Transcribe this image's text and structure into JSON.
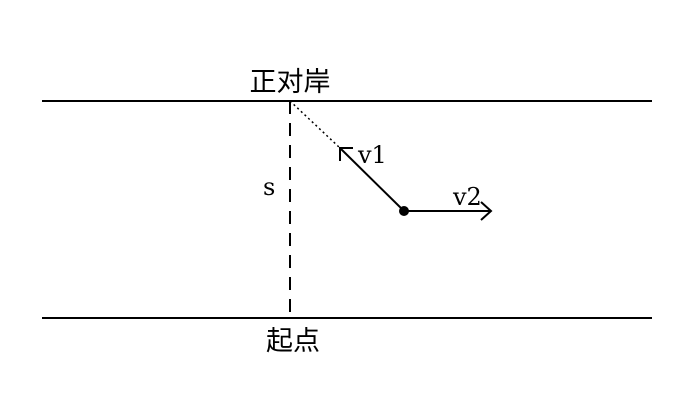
{
  "labels": {
    "opposite_bank": "正对岸",
    "start_point": "起点",
    "distance": "s",
    "velocity_1": "v1",
    "velocity_2": "v2"
  },
  "colors": {
    "stroke": "#000000",
    "background": "#ffffff"
  }
}
